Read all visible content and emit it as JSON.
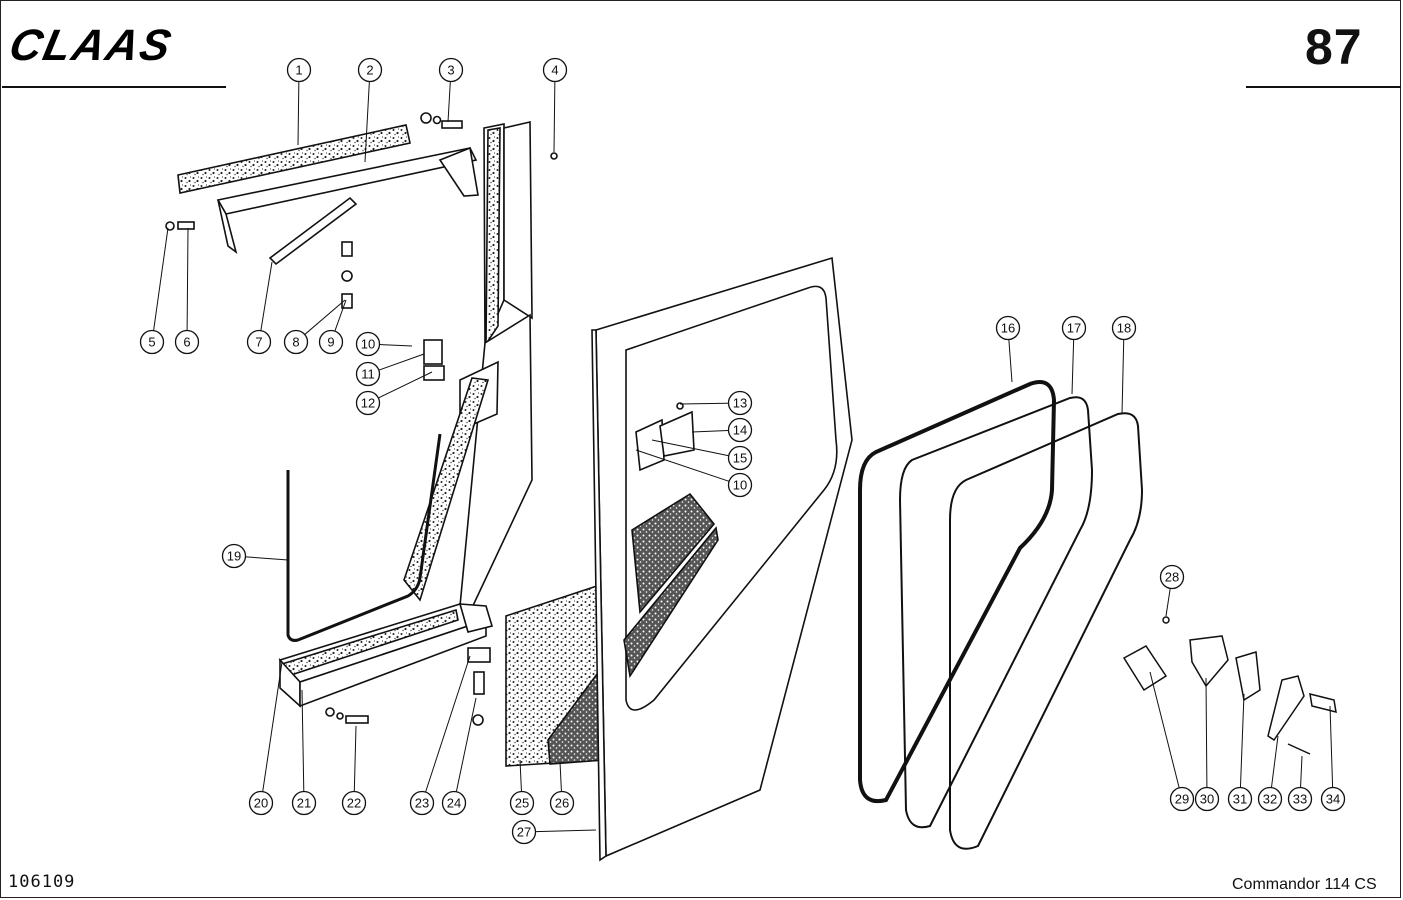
{
  "header": {
    "brand": "CLAAS",
    "page_number": "87"
  },
  "footer": {
    "document_number": "106109",
    "model": "Commandor 114 CS"
  },
  "callouts": [
    "1",
    "2",
    "3",
    "4",
    "5",
    "6",
    "7",
    "8",
    "9",
    "10",
    "11",
    "12",
    "13",
    "14",
    "10",
    "15",
    "16",
    "17",
    "18",
    "19",
    "20",
    "21",
    "22",
    "23",
    "24",
    "25",
    "26",
    "27",
    "28",
    "29",
    "30",
    "31",
    "32",
    "33",
    "34"
  ]
}
